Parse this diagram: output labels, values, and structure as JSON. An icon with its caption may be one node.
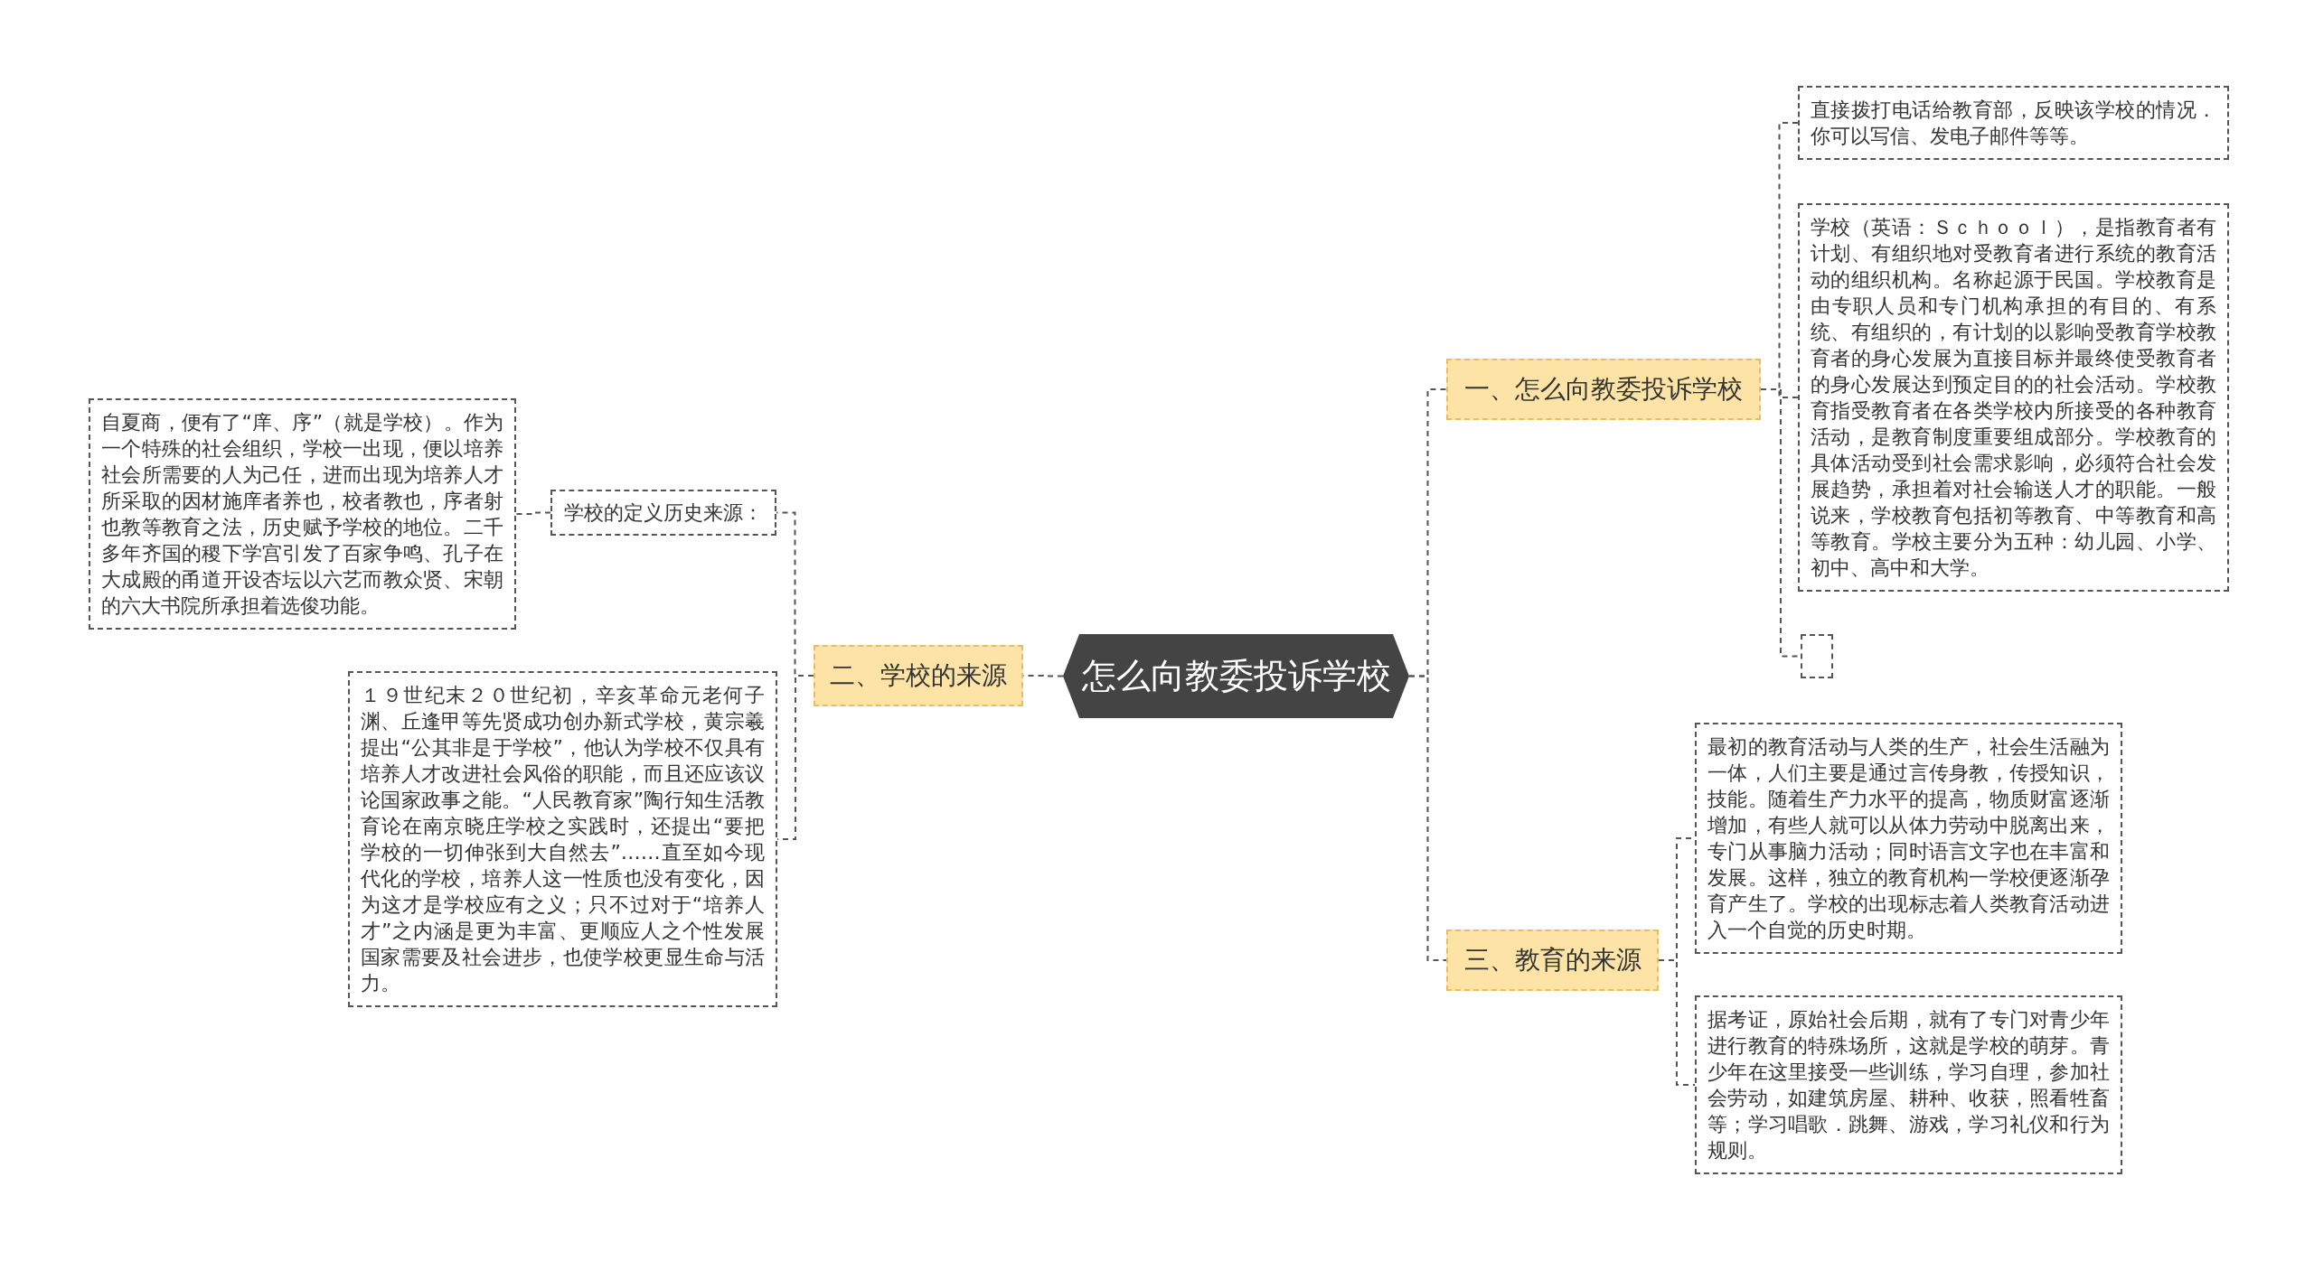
{
  "diagram": {
    "nodes": [
      {
        "text": [
          "怎么向教委投诉学校"
        ]
      },
      {
        "text": [
          "一、怎么向教委投诉学校"
        ]
      },
      {
        "text": [
          "直接拨打电话给教育部，反映该学校的情况．你可以写信、发电子邮件等等。"
        ]
      },
      {
        "text": [
          "学校（英语：Ｓｃｈｏｏｌ），是指教育者有计划、有组织地对受教育者进行系统的教育活动的组织机构。名称起源于民国。学校教育是由专职人员和专门机构承担的有目的、有系统、有组织的，有计划的以影响受教育学校教育者的身心发展为直接目标并最终使受教育者的身心发展达到预定目的的社会活动。学校教育指受教育者在各类学校内所接受的各种教育活动，是教育制度重要组成部分。学校教育的具体活动受到社会需求影响，必须符合社会发展趋势，承担着对社会输送人才的职能。一般说来，学校教育包括初等教育、中等教育和高等教育。学校主要分为五种：幼儿园、小学、初中、高中和大学。"
        ]
      },
      {
        "text": [],
        "shape": "box"
      },
      {
        "text": [
          "二、学校的来源"
        ]
      },
      {
        "text": [
          "学校的定义历史来源："
        ]
      },
      {
        "text": [
          "自夏商，便有了“庠、序”（就是学校）。作为一个特殊的社会组织，学校一出现，便以培养社会所需要的人为己任，进而出现为培养人才所采取的因材施庠者养也，校者教也，序者射也教等教育之法，历史赋予学校的地位。二千多年齐国的稷下学宫引发了百家争鸣、孔子在大成殿的甬道开设杏坛以六艺而教众贤、宋朝的六大书院所承担着选俊功能。"
        ]
      },
      {
        "text": [
          "１９世纪末２０世纪初，辛亥革命元老何子渊、丘逢甲等先贤成功创办新式学校，黄宗羲提出“公其非是于学校”，他认为学校不仅具有培养人才改进社会风俗的职能，而且还应该议论国家政事之能。“人民教育家”陶行知生活教育论在南京晓庄学校之实践时，还提出“要把学校的一切伸张到大自然去”……直至如今现代化的学校，培养人这一性质也没有变化，因为这才是学校应有之义；只不过对于“培养人才”之内涵是更为丰富、更顺应人之个性发展国家需要及社会进步，也使学校更显生命与活力。"
        ]
      },
      {
        "text": [
          "三、教育的来源"
        ]
      },
      {
        "text": [
          "最初的教育活动与人类的生产，社会生活融为一体，人们主要是通过言传身教，传授知识，技能。随着生产力水平的提高，物质财富逐渐增加，有些人就可以从体力劳动中脱离出来，专门从事脑力活动；同时语言文字也在丰富和发展。这样，独立的教育机构一学校便逐渐孕育产生了。学校的出现标志着人类教育活动进入一个自觉的历史时期。"
        ]
      },
      {
        "text": [
          "据考证，原始社会后期，就有了专门对青少年进行教育的特殊场所，这就是学校的萌芽。青少年在这里接受一些训练，学习自理，参加社会劳动，如建筑房屋、耕种、收获，照看牲畜等；学习唱歌．跳舞、游戏，学习礼仪和行为规则。"
        ]
      }
    ],
    "edges": [
      {
        "from": 0,
        "to": 1,
        "arrow": "none"
      },
      {
        "from": 1,
        "to": 2,
        "arrow": "none"
      },
      {
        "from": 1,
        "to": 3,
        "arrow": "none"
      },
      {
        "from": 1,
        "to": 4,
        "arrow": "none"
      },
      {
        "from": 0,
        "to": 5,
        "arrow": "none"
      },
      {
        "from": 5,
        "to": 6,
        "arrow": "none"
      },
      {
        "from": 6,
        "to": 7,
        "arrow": "none"
      },
      {
        "from": 5,
        "to": 8,
        "arrow": "none"
      },
      {
        "from": 0,
        "to": 9,
        "arrow": "none"
      },
      {
        "from": 9,
        "to": 10,
        "arrow": "none"
      },
      {
        "from": 9,
        "to": 11,
        "arrow": "none"
      }
    ]
  }
}
